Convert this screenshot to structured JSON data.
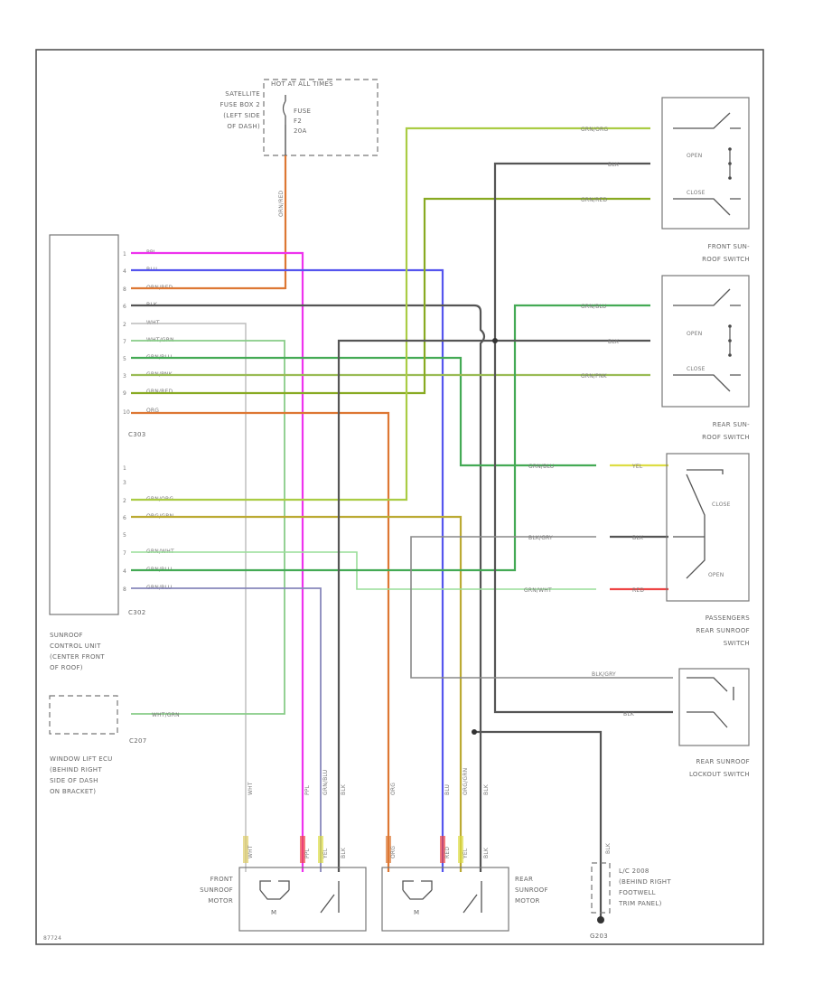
{
  "fuse_panel": {
    "header": "HOT AT ALL TIMES",
    "label_lines": [
      "SATELLITE",
      "FUSE BOX 2",
      "(LEFT SIDE",
      "OF DASH)"
    ],
    "fuse_lines": [
      "FUSE",
      "F2",
      "20A"
    ],
    "wire": "ORN/RED"
  },
  "front_switch": {
    "name_lines": [
      "FRONT SUN-",
      "ROOF SWITCH"
    ],
    "open": "OPEN",
    "close": "CLOSE",
    "wires": [
      "GRN/ORG",
      "BLK",
      "GRN/RED"
    ]
  },
  "rear_switch": {
    "name_lines": [
      "REAR SUN-",
      "ROOF SWITCH"
    ],
    "open": "OPEN",
    "close": "CLOSE",
    "wires": [
      "GRN/BLU",
      "BLK",
      "GRN/PNK"
    ]
  },
  "passenger_switch": {
    "name_lines": [
      "PASSENGERS",
      "REAR SUNROOF",
      "SWITCH"
    ],
    "close": "CLOSE",
    "open": "OPEN",
    "wire_left": [
      "GRN/BLU",
      "BLK/GRY",
      "GRN/WHT"
    ],
    "wire_right": [
      "YEL",
      "BLK",
      "RED"
    ]
  },
  "lockout_switch": {
    "name_lines": [
      "REAR SUNROOF",
      "LOCKOUT SWITCH"
    ],
    "wires": [
      "BLK/GRY",
      "BLK"
    ]
  },
  "control_unit": {
    "connector_c303": "C303",
    "connector_c302": "C302",
    "name_lines": [
      "SUNROOF",
      "CONTROL UNIT",
      "(CENTER FRONT",
      "OF ROOF)"
    ],
    "pins_top": [
      "PPL",
      "BLU",
      "ORN/RED",
      "BLK",
      "WHT",
      "WHT/GRN",
      "GRN/BLU",
      "GRN/PNK",
      "GRN/RED",
      "ORG"
    ],
    "pins_bottom": [
      "GRN/ORG",
      "ORG/GRN",
      "GRN/WHT",
      "GRN/BLU",
      "GRN/BLU"
    ]
  },
  "window_ecu": {
    "connector": "C207",
    "wire": "WHT/GRN",
    "name_lines": [
      "WINDOW LIFT ECU",
      "(BEHIND RIGHT",
      "SIDE OF DASH",
      "ON BRACKET)"
    ]
  },
  "front_motor": {
    "name_lines": [
      "FRONT",
      "SUNROOF",
      "MOTOR"
    ],
    "wires_top": [
      "WHT",
      "PPL",
      "GRN/BLU",
      "BLK"
    ],
    "wires_bottom": [
      "WHT",
      "PPL",
      "YEL",
      "BLK"
    ],
    "m": "M"
  },
  "rear_motor": {
    "name_lines": [
      "REAR",
      "SUNROOF",
      "MOTOR"
    ],
    "wires_top": [
      "ORG",
      "BLU",
      "ORG/GRN",
      "BLK"
    ],
    "wires_bottom": [
      "ORG",
      "RED",
      "YEL",
      "BLK"
    ],
    "m": "M"
  },
  "ground": {
    "label": "G203",
    "wire": "BLK",
    "name_lines": [
      "L/C 2008",
      "(BEHIND RIGHT",
      "FOOTWELL",
      "TRIM PANEL)"
    ]
  },
  "footer_code": "87724",
  "colors": {
    "purple": "#ee33ee",
    "blue": "#5555ee",
    "orange": "#dd7733",
    "black": "#555555",
    "green_blue": "#44aa55",
    "green_pink": "#99bb55",
    "green_red": "#88aa22",
    "green_org": "#aacc44",
    "white": "#bbbbbb",
    "yellow": "#dddd44",
    "red": "#ee4444"
  }
}
